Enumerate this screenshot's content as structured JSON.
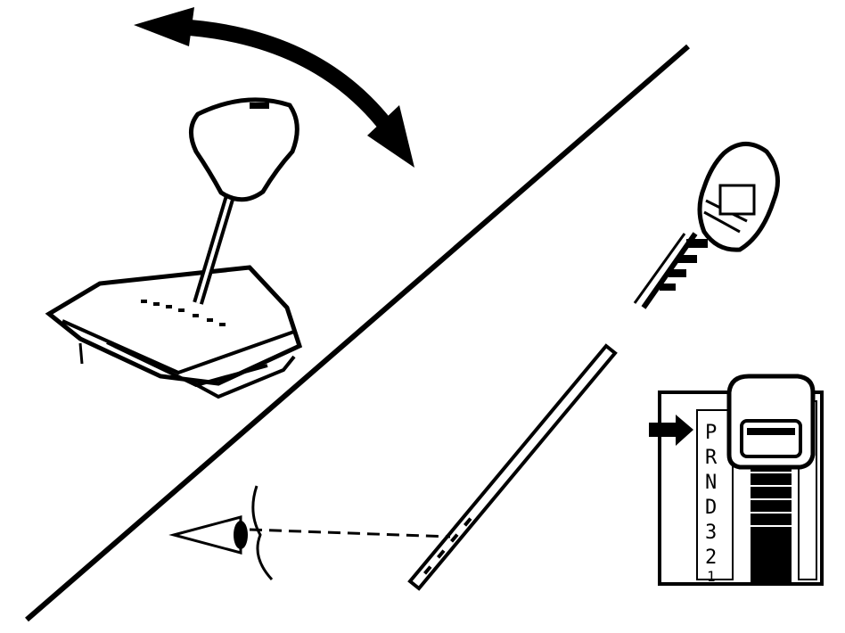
{
  "gear_indicator": {
    "letters": [
      "P",
      "R",
      "N",
      "D",
      "3",
      "2",
      "1"
    ],
    "selected": "P"
  },
  "colors": {
    "ink": "#000000",
    "paper": "#ffffff"
  },
  "icons": [
    "double-headed-arrow-icon",
    "pointer-arrow-icon",
    "eye-icon"
  ]
}
